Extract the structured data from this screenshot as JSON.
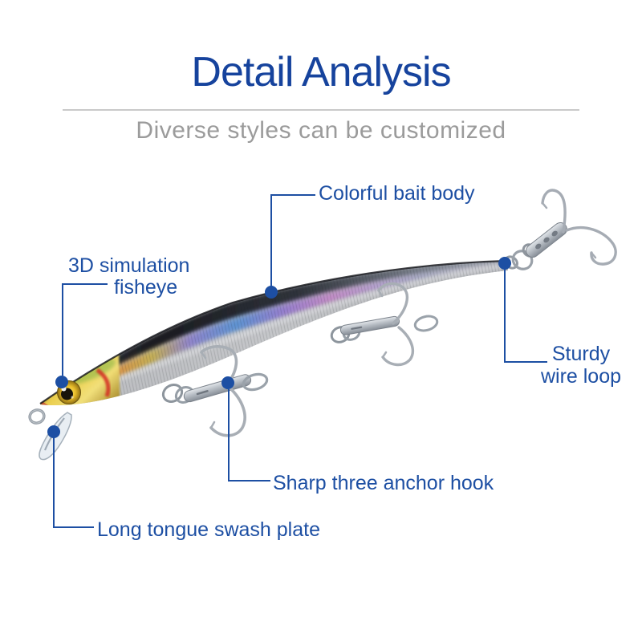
{
  "header": {
    "title": "Detail Analysis",
    "subtitle": "Diverse styles can be customized"
  },
  "theme": {
    "title_color": "#16439d",
    "subtitle_color": "#9b9b9b",
    "divider_color": "#c9c9c9",
    "annotation_color": "#1d4fa3",
    "background_color": "#ffffff"
  },
  "callouts": {
    "bait_body": {
      "label": "Colorful bait body"
    },
    "fisheye": {
      "line1": "3D simulation",
      "line2": "fisheye"
    },
    "wire_loop": {
      "line1": "Sturdy",
      "line2": "wire loop"
    },
    "anchor_hook": {
      "label": "Sharp three anchor hook"
    },
    "swash_plate": {
      "label": "Long tongue swash plate"
    }
  },
  "illustration": {
    "alt": "Silver holographic minnow fishing lure with golden fisheye head, clear diving lip, front wire loop and three treble hooks"
  }
}
